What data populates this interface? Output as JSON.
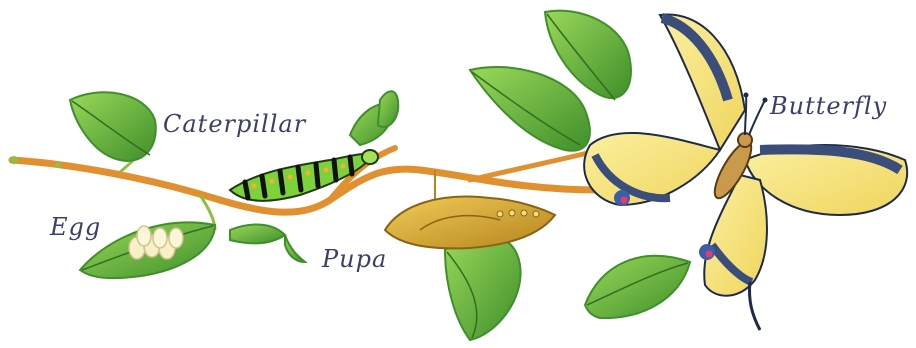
{
  "labels": {
    "egg": "Egg",
    "caterpillar": "Caterpillar",
    "pupa": "Pupa",
    "butterfly": "Butterfly"
  },
  "colors": {
    "branch": "#e0902f",
    "leaf": "#6cbf3f",
    "leaf_dark": "#3f8f2a",
    "caterpillar": "#7dd13b",
    "pupa": "#d4a52c",
    "wing": "#f4e27a",
    "wing_band": "#3b4d7a",
    "label_text": "#3a3f6b"
  }
}
